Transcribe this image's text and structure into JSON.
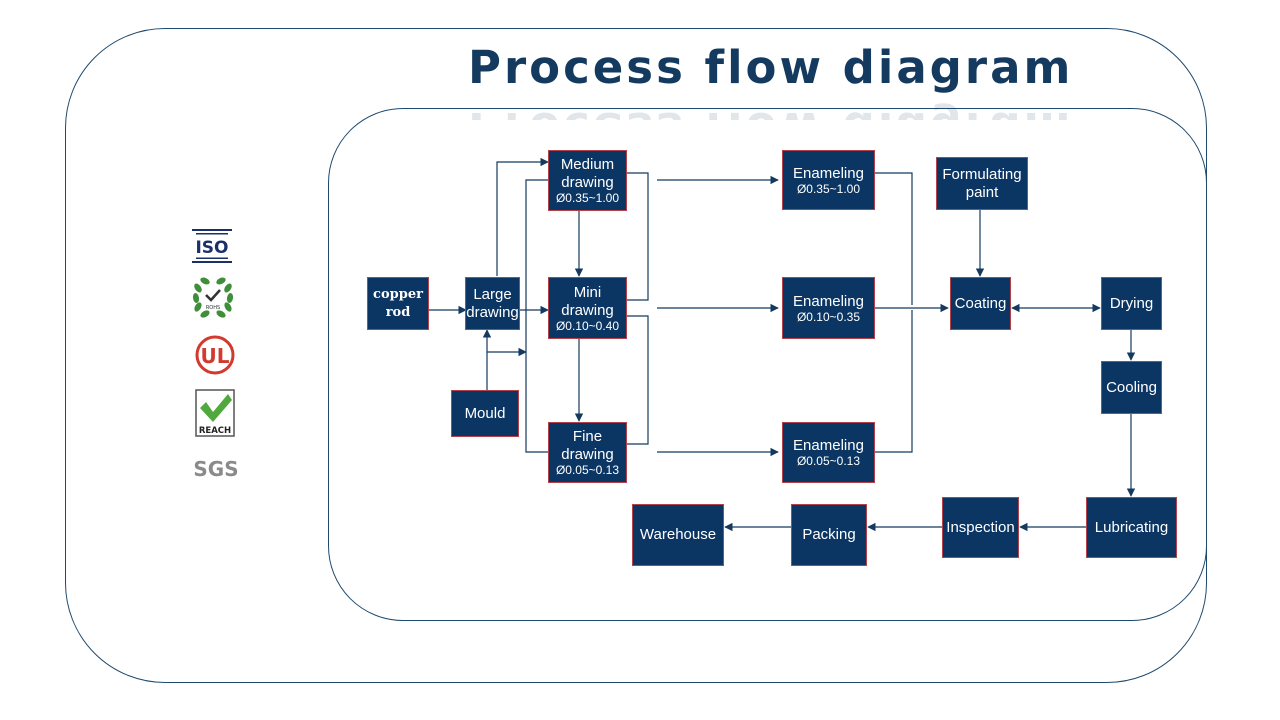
{
  "title": "Process flow diagram",
  "certifications": {
    "iso": "ISO",
    "rohs": "ROHS",
    "ul": "UL",
    "reach": "REACH",
    "sgs": "SGS"
  },
  "nodes": {
    "copper_rod": "copper rod",
    "large_drawing": "Large drawing",
    "mould": "Mould",
    "medium_drawing": {
      "label": "Medium drawing",
      "spec": "Ø0.35~1.00"
    },
    "mini_drawing": {
      "label": "Mini drawing",
      "spec": "Ø0.10~0.40"
    },
    "fine_drawing": {
      "label": "Fine drawing",
      "spec": "Ø0.05~0.13"
    },
    "enameling_1": {
      "label": "Enameling",
      "spec": "Ø0.35~1.00"
    },
    "enameling_2": {
      "label": "Enameling",
      "spec": "Ø0.10~0.35"
    },
    "enameling_3": {
      "label": "Enameling",
      "spec": "Ø0.05~0.13"
    },
    "formulating_paint": "Formulating paint",
    "coating": "Coating",
    "drying": "Drying",
    "cooling": "Cooling",
    "lubricating": "Lubricating",
    "inspection": "Inspection",
    "packing": "Packing",
    "warehouse": "Warehouse"
  },
  "colors": {
    "node_fill": "#0b3563",
    "node_border": "#b3434a",
    "connector": "#143a5f",
    "frame": "#1f4a6e",
    "title": "#143a5f"
  }
}
